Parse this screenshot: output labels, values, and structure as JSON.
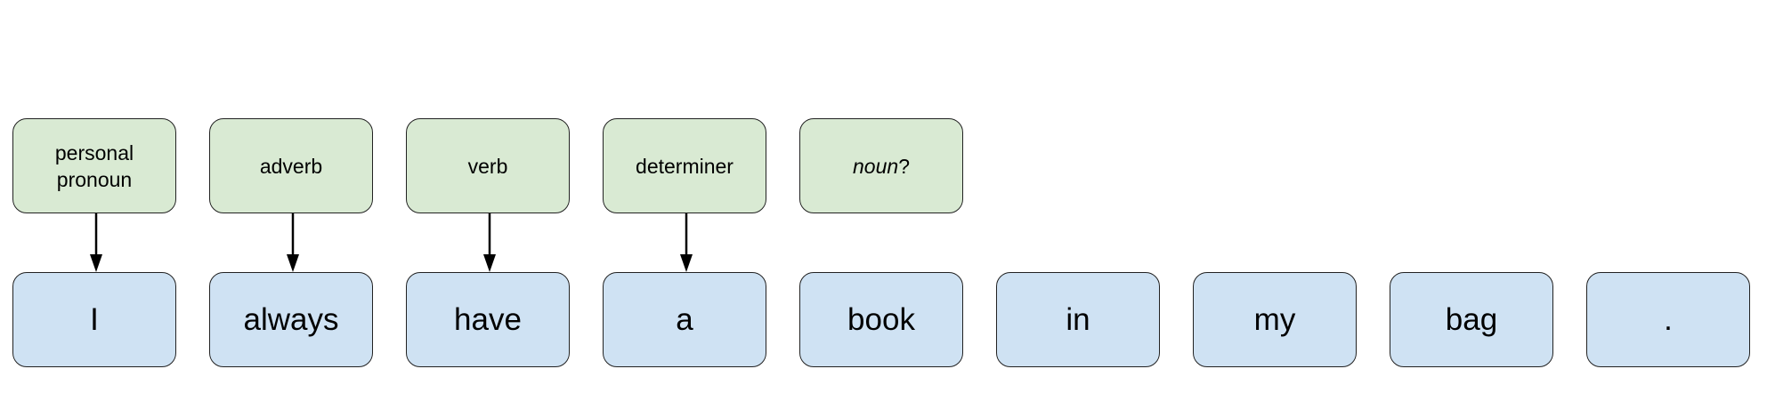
{
  "pos_tags": [
    {
      "label": "personal\npronoun",
      "has_arrow": true
    },
    {
      "label": "adverb",
      "has_arrow": true
    },
    {
      "label": "verb",
      "has_arrow": true
    },
    {
      "label": "determiner",
      "has_arrow": true
    },
    {
      "label_italic": "noun",
      "label_suffix": "?",
      "has_arrow": false
    }
  ],
  "tokens": [
    "I",
    "always",
    "have",
    "a",
    "book",
    "in",
    "my",
    "bag",
    "."
  ],
  "colors": {
    "tag_fill": "#d9ead3",
    "token_fill": "#cfe2f3",
    "border": "#222222",
    "arrow": "#000000"
  }
}
